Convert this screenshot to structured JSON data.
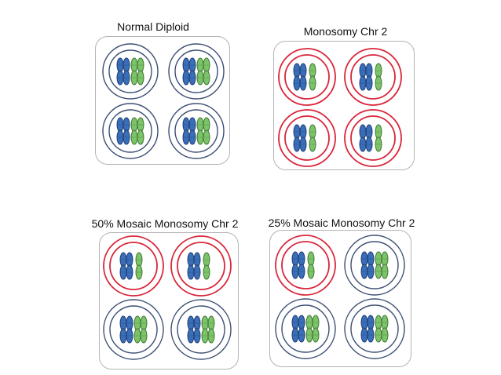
{
  "panels": [
    {
      "title": "Normal Diploid",
      "cells": [
        "normal",
        "normal",
        "normal",
        "normal"
      ]
    },
    {
      "title": "Monosomy Chr 2",
      "cells": [
        "monosomy",
        "monosomy",
        "monosomy",
        "monosomy"
      ]
    },
    {
      "title": "50% Mosaic Monosomy Chr 2",
      "cells": [
        "monosomy",
        "monosomy",
        "normal",
        "normal"
      ]
    },
    {
      "title": "25% Mosaic Monosomy Chr 2",
      "cells": [
        "monosomy",
        "normal",
        "normal",
        "normal"
      ]
    }
  ],
  "colors": {
    "normal_membrane": "#3c4f74",
    "monosomy_membrane": "#d9263a",
    "chr1_fill": "#3a6fb8",
    "chr1_stroke": "#1f3d7a",
    "chr2_fill": "#7dc36a",
    "chr2_stroke": "#3f7a34"
  }
}
